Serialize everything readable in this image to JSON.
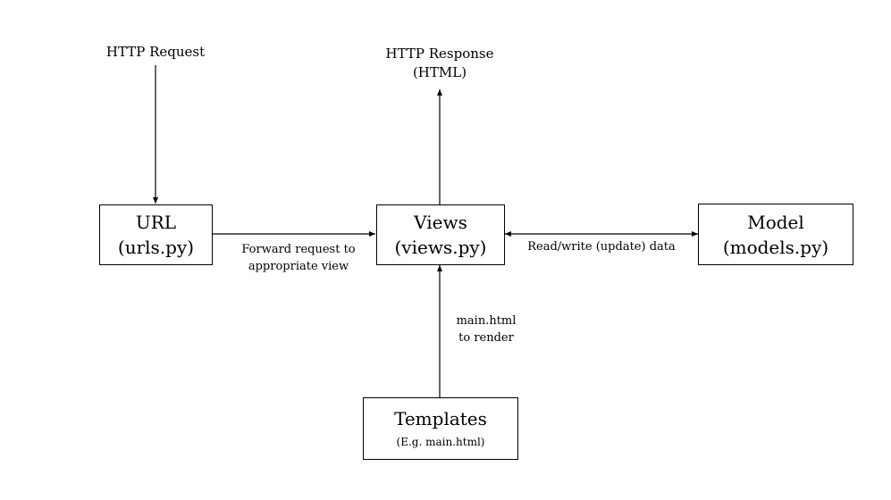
{
  "diagram": {
    "nodes": {
      "url": {
        "line1": "URL",
        "line2": "(urls.py)"
      },
      "views": {
        "line1": "Views",
        "line2": "(views.py)"
      },
      "model": {
        "line1": "Model",
        "line2": "(models.py)"
      },
      "templates": {
        "line1": "Templates",
        "line2": "(E.g. main.html)"
      }
    },
    "labels": {
      "http_request": "HTTP Request",
      "http_response_line1": "HTTP Response",
      "http_response_line2": "(HTML)",
      "forward_line1": "Forward request to",
      "forward_line2": "appropriate view",
      "read_write": "Read/write (update) data",
      "render_line1": "main.html",
      "render_line2": "to render"
    },
    "edges": [
      {
        "from": "http_request",
        "to": "url",
        "arrow": "end"
      },
      {
        "from": "url",
        "to": "views",
        "arrow": "end",
        "label": "forward"
      },
      {
        "from": "views",
        "to": "http_response",
        "arrow": "end"
      },
      {
        "from": "views",
        "to": "model",
        "arrow": "both",
        "label": "read_write"
      },
      {
        "from": "templates",
        "to": "views",
        "arrow": "end",
        "label": "render"
      }
    ]
  }
}
